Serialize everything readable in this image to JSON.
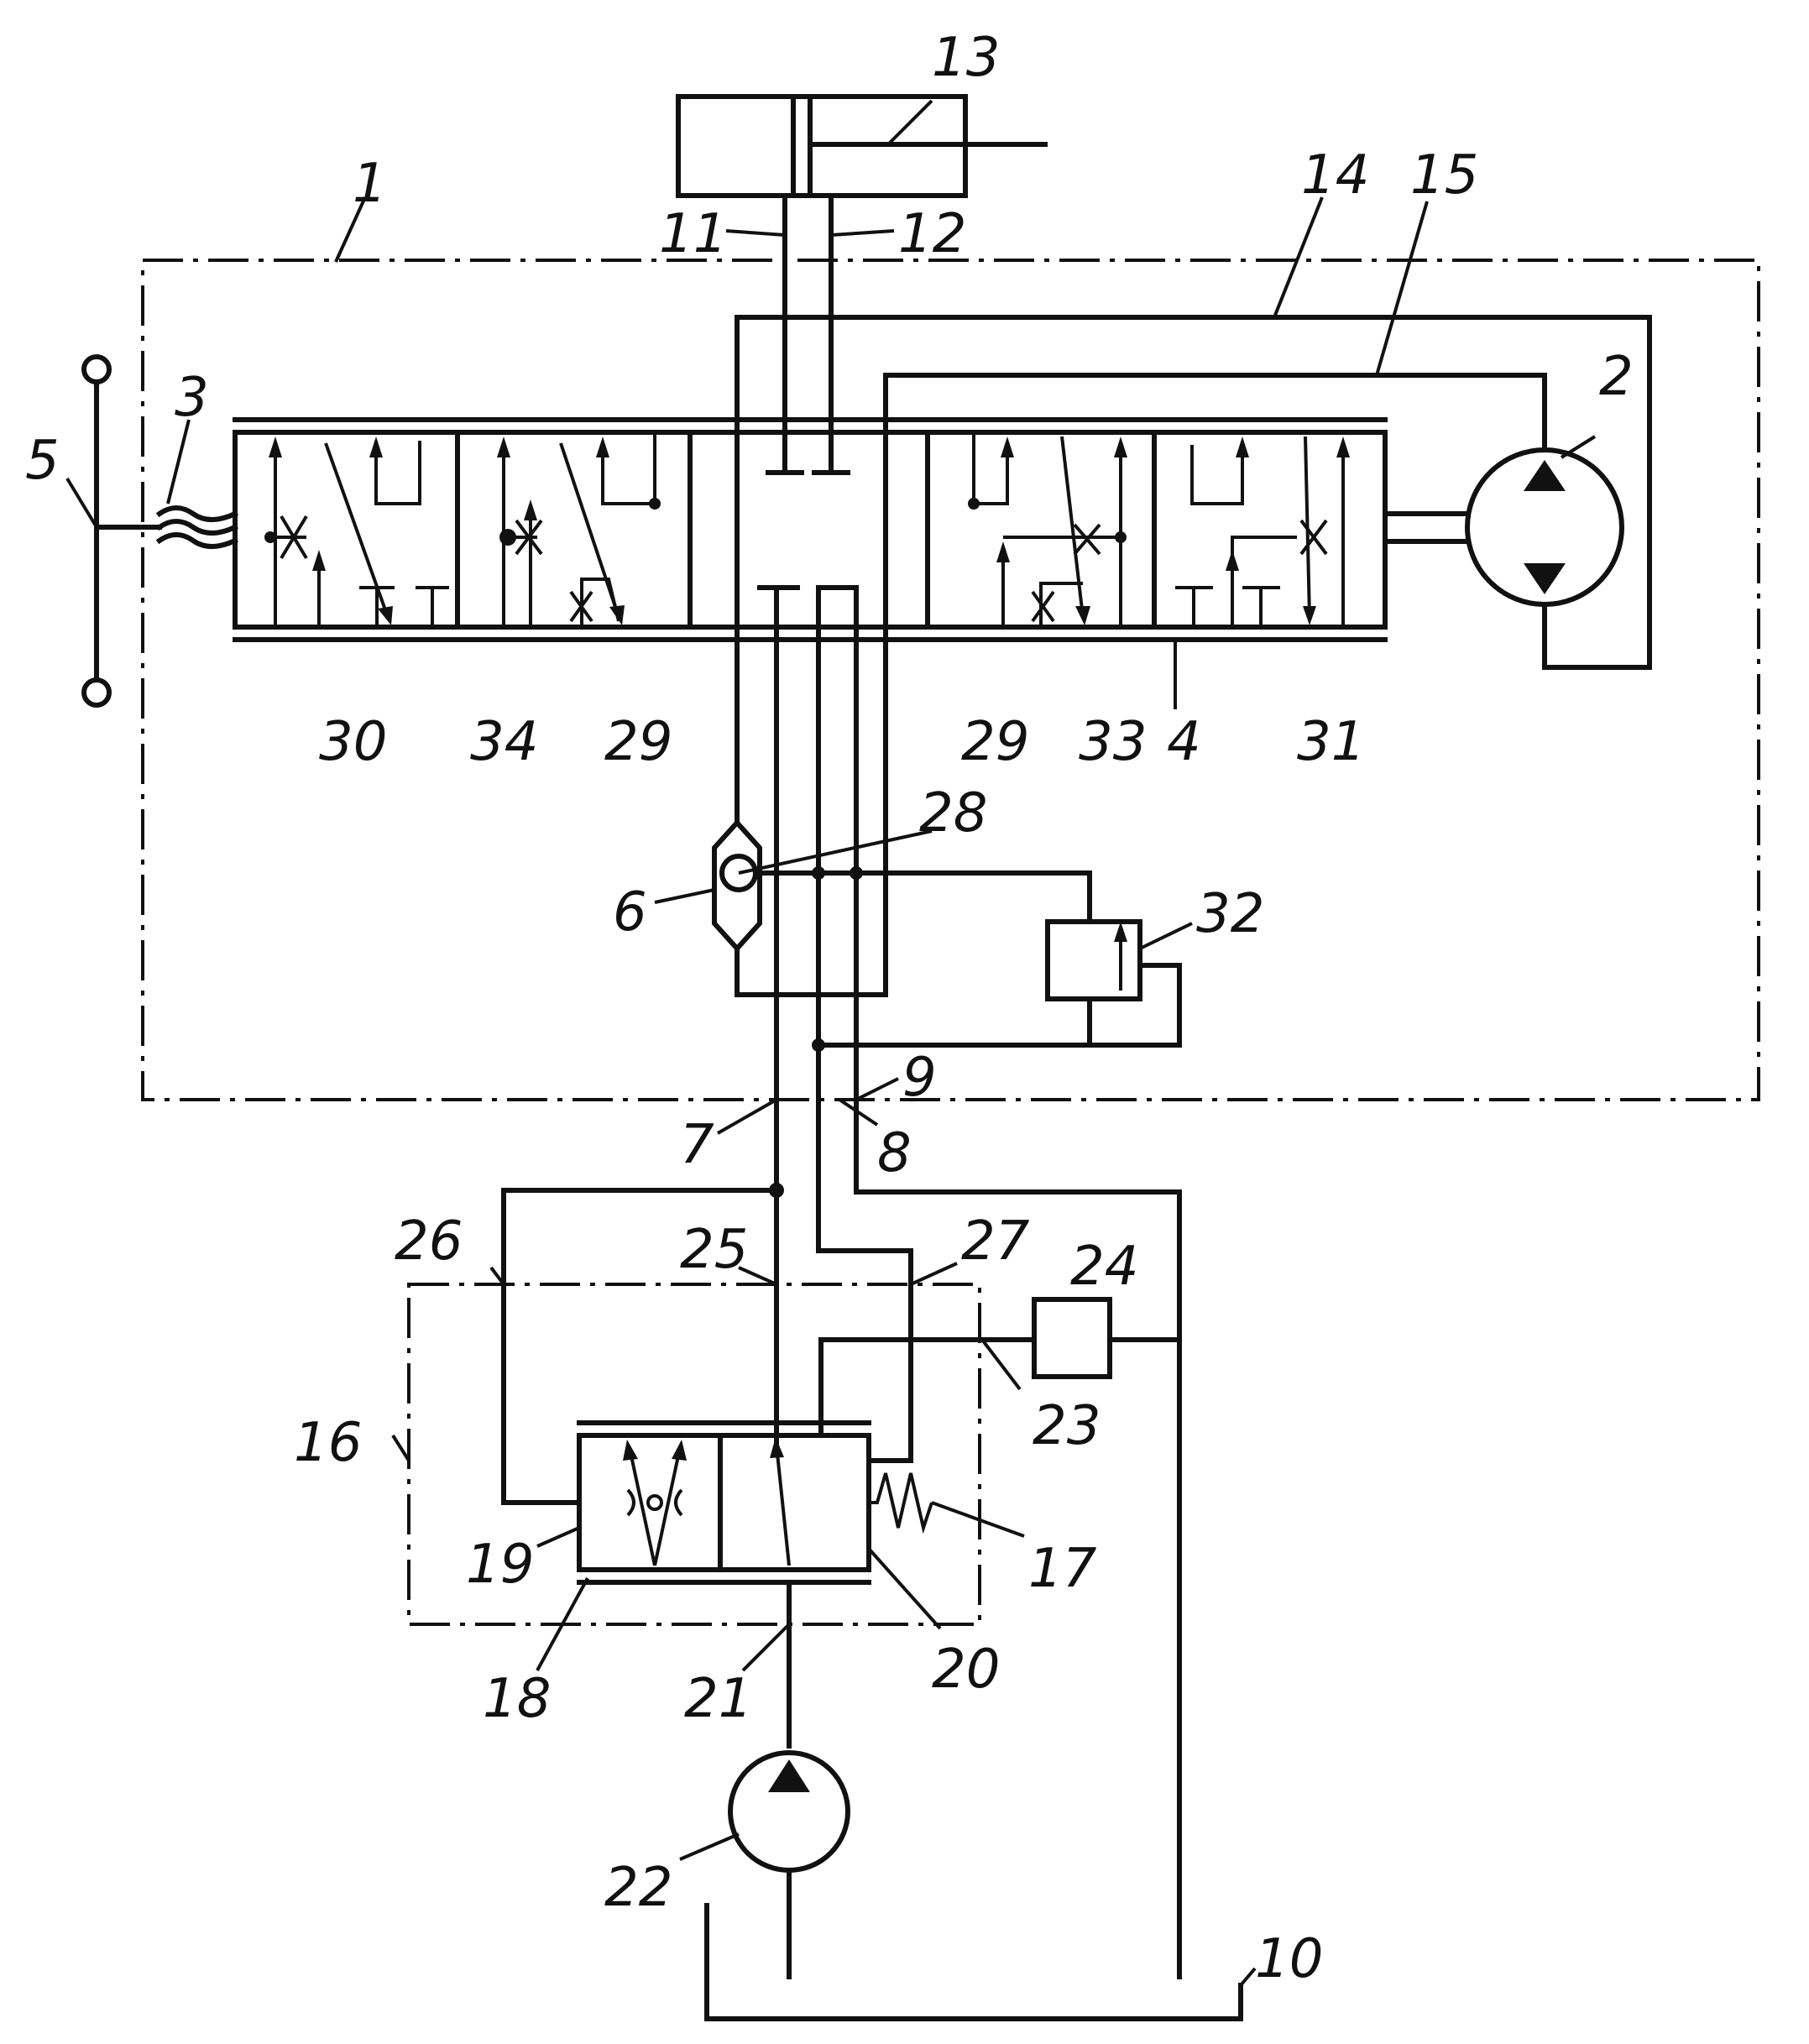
{
  "labels": {
    "n1": "1",
    "n2": "2",
    "n3": "3",
    "n4": "4",
    "n5": "5",
    "n6": "6",
    "n7": "7",
    "n8": "8",
    "n9": "9",
    "n10": "10",
    "n11": "11",
    "n12": "12",
    "n13": "13",
    "n14": "14",
    "n15": "15",
    "n16": "16",
    "n17": "17",
    "n18": "18",
    "n19": "19",
    "n20": "20",
    "n21": "21",
    "n22": "22",
    "n23": "23",
    "n24": "24",
    "n25": "25",
    "n26": "26",
    "n27": "27",
    "n28": "28",
    "n29a": "29",
    "n29b": "29",
    "n30": "30",
    "n31": "31",
    "n32": "32",
    "n33": "33",
    "n34": "34"
  }
}
